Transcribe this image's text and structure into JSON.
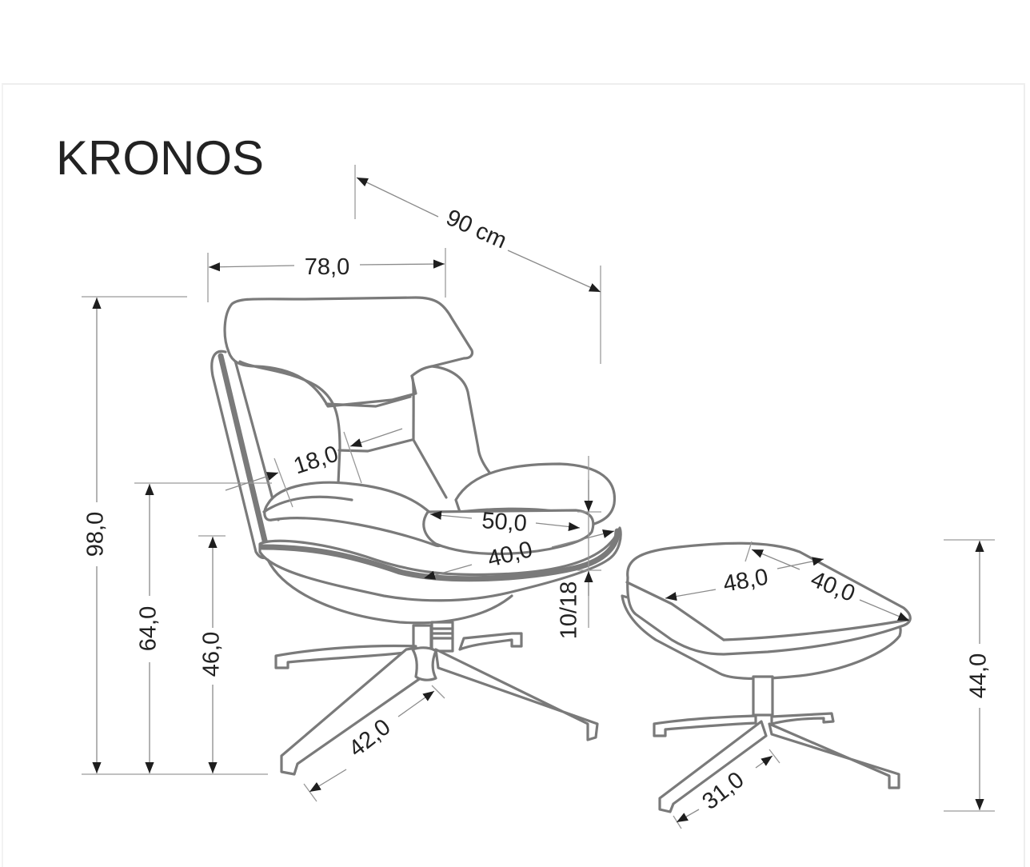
{
  "product": {
    "name": "KRONOS"
  },
  "colors": {
    "line": "#7a7a7a",
    "arrow": "#1e1e1e",
    "text": "#222222",
    "background": "#ffffff"
  },
  "dimensions": {
    "depth_total": "90 cm",
    "chair_width": "78,0",
    "chair_height": "98,0",
    "armrest_height": "64,0",
    "seat_height": "46,0",
    "armrest_width": "18,0",
    "seat_width": "50,0",
    "seat_depth": "40,0",
    "seat_thickness": "10/18",
    "base_radius": "42,0",
    "ottoman_width": "48,0",
    "ottoman_depth": "40,0",
    "ottoman_height": "44,0",
    "ottoman_base_radius": "31,0"
  }
}
